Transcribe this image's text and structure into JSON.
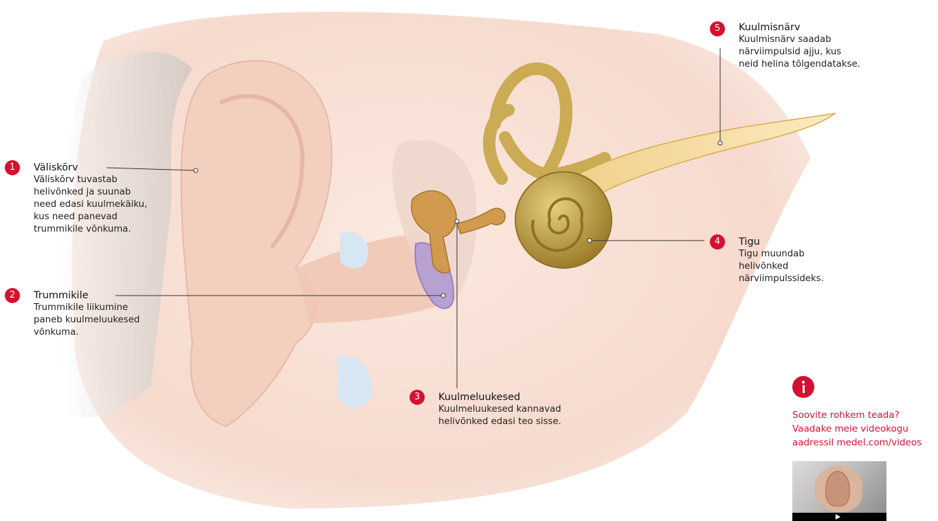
{
  "labels": [
    {
      "number": "1",
      "title": "Väliskõrv",
      "desc": [
        "Väliskõrv tuvastab",
        "helivõnked ja suunab",
        "need edasi kuulmekäiku,",
        "kus need panevad",
        "trummikile võnkuma."
      ]
    },
    {
      "number": "2",
      "title": "Trummikile",
      "desc": [
        "Trummikile liikumine",
        "paneb kuulmeluukesed",
        "võnkuma."
      ]
    },
    {
      "number": "3",
      "title": "Kuulmeluukesed",
      "desc": [
        "Kuulmeluukesed kannavad",
        "helivõnked edasi teo sisse."
      ]
    },
    {
      "number": "4",
      "title": "Tigu",
      "desc": [
        "Tigu muundab",
        "helivõnked",
        "närviimpulssideks."
      ]
    },
    {
      "number": "5",
      "title": "Kuulmisnärv",
      "desc": [
        "Kuulmisnärv saadab",
        "närviimpulsid ajju, kus",
        "neid helina tõlgendatakse."
      ]
    }
  ],
  "info": {
    "icon": "info-icon",
    "lines": [
      "Soovite rohkem teada?",
      "Vaadake meie videokogu",
      "aadressil medel.com/videos"
    ]
  },
  "video": {
    "icon": "play-icon"
  },
  "colors": {
    "accent": "#d51130",
    "skin": "#f6d9cc",
    "bone": "#d19a4e",
    "cochlea": "#c9a84a",
    "nerve": "#e8bf62",
    "eardrum": "#b9a0d2"
  }
}
